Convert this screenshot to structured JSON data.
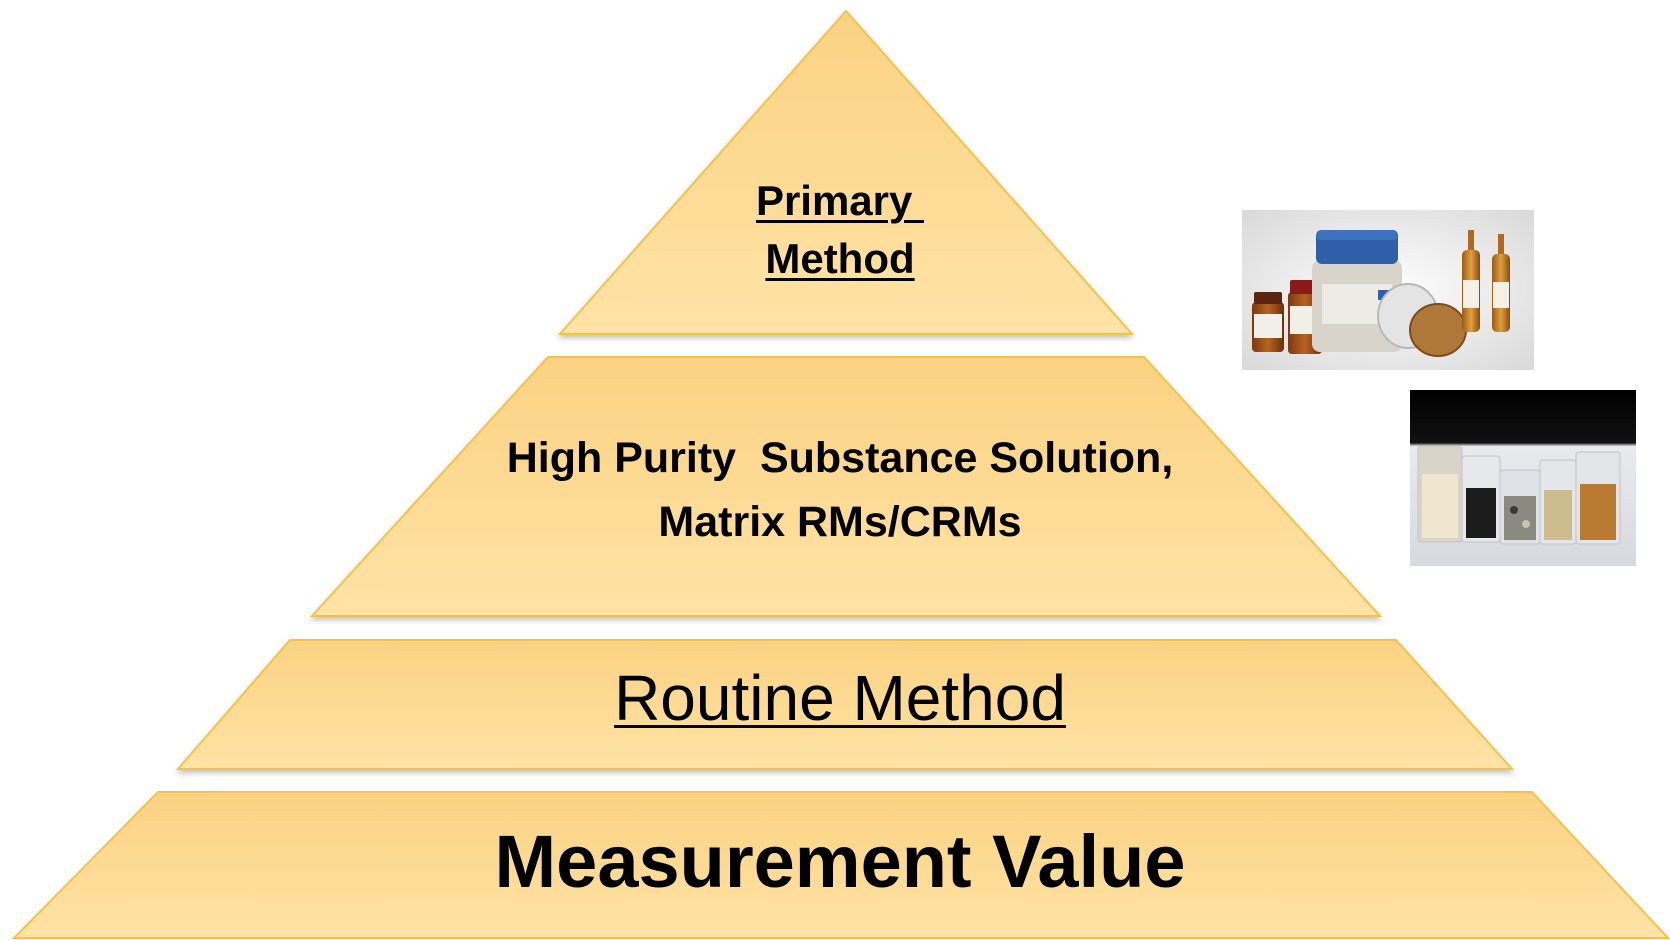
{
  "pyramid": {
    "tiers": [
      {
        "line1": "Primary ",
        "line2": "Method"
      },
      {
        "line1": "High Purity  Substance Solution,",
        "line2": "Matrix RMs/CRMs"
      },
      {
        "text": "Routine Method"
      },
      {
        "text": "Measurement Value"
      }
    ]
  },
  "colors": {
    "fill_light": "#FFE3A6",
    "fill_dark": "#FBD282",
    "stroke": "#F2C34A"
  }
}
